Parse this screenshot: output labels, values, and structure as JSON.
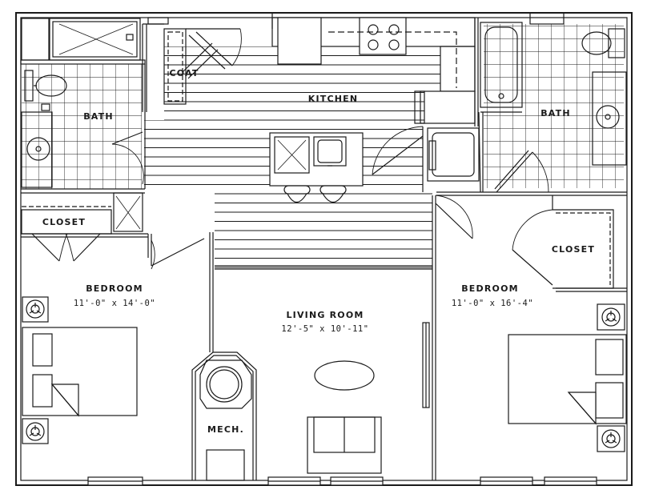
{
  "plan": {
    "rooms": {
      "coat": "COAT",
      "kitchen": "KITCHEN",
      "bath_left": "BATH",
      "bath_right": "BATH",
      "closet_left": "CLOSET",
      "closet_right": "CLOSET",
      "bedroom_left": "BEDROOM",
      "bedroom_left_dims": "11'-0\" x 14'-0\"",
      "living": "LIVING ROOM",
      "living_dims": "12'-5\" x 10'-11\"",
      "bedroom_right": "BEDROOM",
      "bedroom_right_dims": "11'-0\" x 16'-4\"",
      "mech": "MECH."
    },
    "colors": {
      "line": "#1a1a1a",
      "background": "#ffffff"
    }
  }
}
